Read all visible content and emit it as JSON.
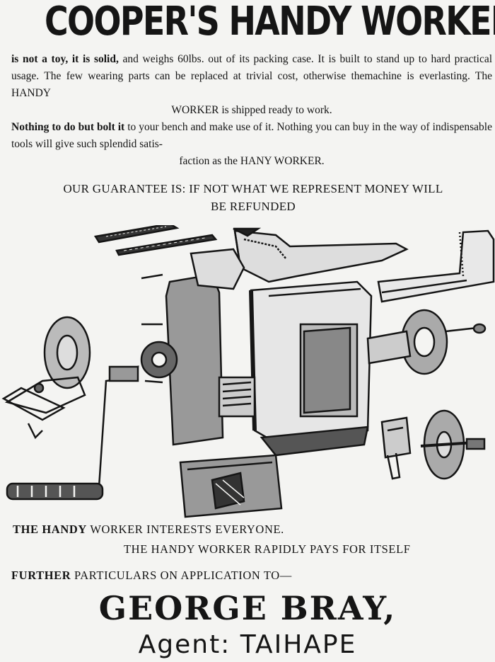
{
  "headline": "COOPER'S HANDY WORKER",
  "paragraph1": {
    "lead": "is not a toy, it is solid,",
    "text": "and weighs 60lbs. out of its packing case. It is built to stand up to hard practical usage. The few wearing parts can be replaced at trivial cost, otherwise themachine is everlasting. The HANDY",
    "center_line": "WORKER is shipped ready to work."
  },
  "paragraph2": {
    "lead": "Nothing to do but bolt it",
    "text": "to your bench and make use of it. Nothing you can buy in the way of indispensable tools will give such splendid satis-",
    "center_line": "faction as the HANY WORKER."
  },
  "guarantee": {
    "line1": "OUR GUARANTEE IS: IF NOT WHAT WE REPRESENT MONEY WILL",
    "line2": "BE REFUNDED"
  },
  "tagline1": {
    "lead": "THE HANDY",
    "rest": "WORKER INTERESTS EVERYONE."
  },
  "tagline2": "THE HANDY WORKER RAPIDLY PAYS FOR ITSELF",
  "particulars": {
    "lead": "FURTHER",
    "rest": "PARTICULARS ON APPLICATION TO—"
  },
  "agent_name": "GEORGE BRAY,",
  "agent_line": "Agent: TAIHAPE",
  "illustration": {
    "icon": "handy-worker-machine-illustration",
    "ink_color": "#151515",
    "paper_color": "#f4f4f2"
  }
}
